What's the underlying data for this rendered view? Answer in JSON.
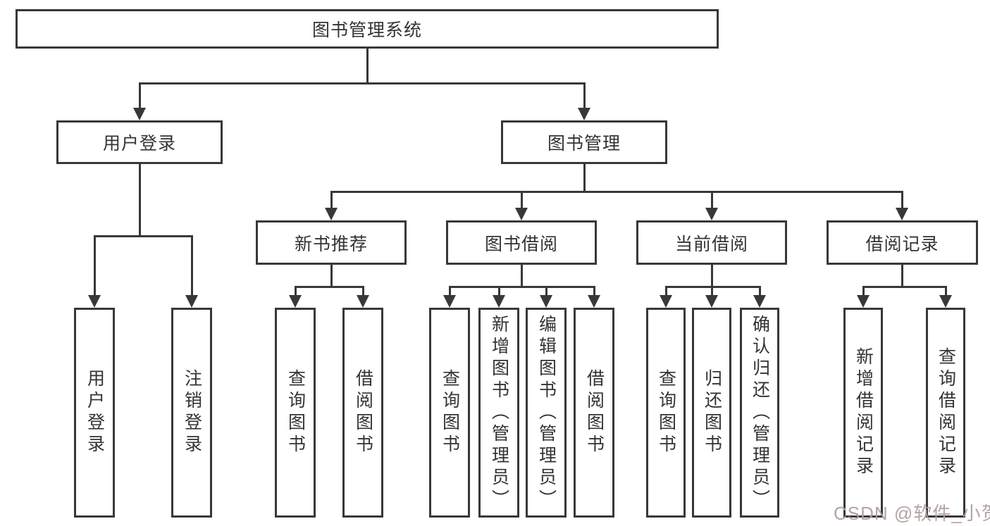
{
  "diagram": {
    "title": "图书管理系统",
    "branches": [
      {
        "label": "用户登录",
        "children": [
          {
            "label": "用户登录"
          },
          {
            "label": "注销登录"
          }
        ]
      },
      {
        "label": "图书管理",
        "children": [
          {
            "label": "新书推荐",
            "children": [
              {
                "label": "查询图书"
              },
              {
                "label": "借阅图书"
              }
            ]
          },
          {
            "label": "图书借阅",
            "children": [
              {
                "label": "查询图书"
              },
              {
                "label": "新增图书（管理员）"
              },
              {
                "label": "编辑图书（管理员）"
              },
              {
                "label": "借阅图书"
              }
            ]
          },
          {
            "label": "当前借阅",
            "children": [
              {
                "label": "查询图书"
              },
              {
                "label": "归还图书"
              },
              {
                "label": "确认归还（管理员）"
              }
            ]
          },
          {
            "label": "借阅记录",
            "children": [
              {
                "label": "新增借阅记录"
              },
              {
                "label": "查询借阅记录"
              }
            ]
          }
        ]
      }
    ]
  },
  "watermark": "CSDN @软件_小贺同学",
  "colors": {
    "line": "#383838",
    "text": "#333333",
    "background": "#ffffff",
    "watermark": "#afa09e"
  }
}
